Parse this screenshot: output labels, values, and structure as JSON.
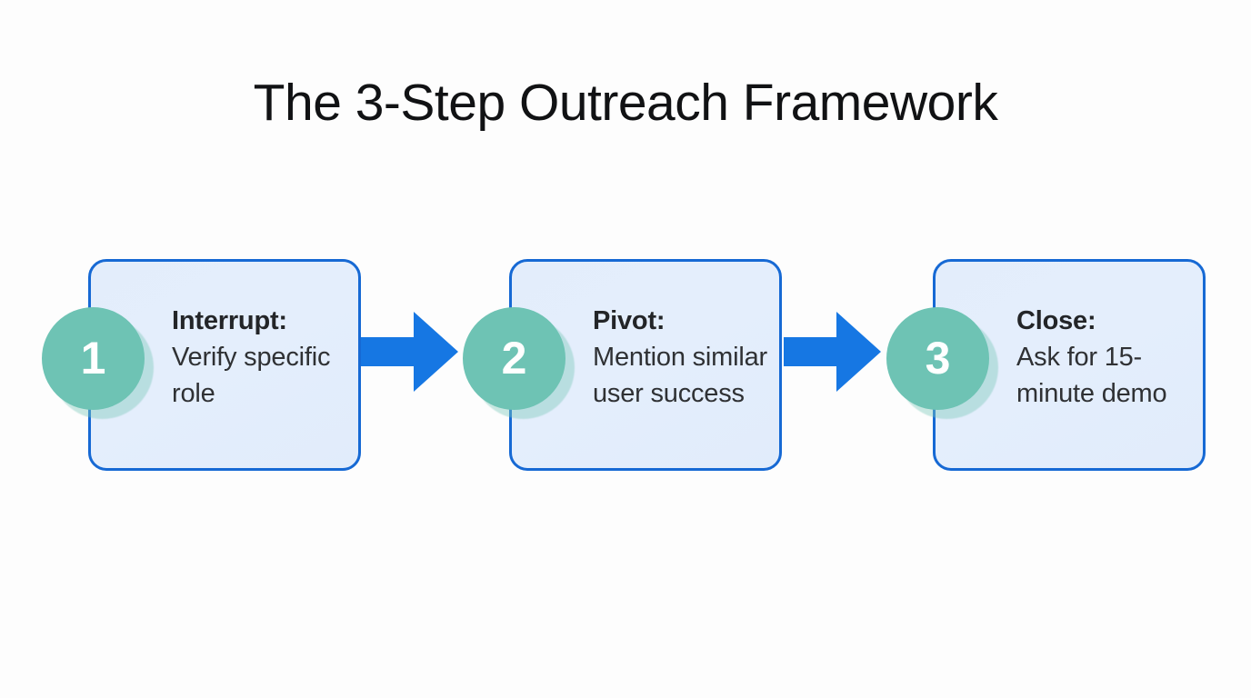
{
  "slide": {
    "title": "The 3-Step Outreach Framework",
    "background_color": "#fdfdfd",
    "title_color": "#111214"
  },
  "theme": {
    "card_border_color": "#1669d4",
    "card_fill_color": "#e3edfb",
    "badge_color": "#6ec3b4",
    "badge_halo_color": "#9ed6cb",
    "badge_number_color": "#ffffff",
    "arrow_color": "#1677e3",
    "body_text_color": "#2f3134",
    "heading_text_color": "#232528"
  },
  "steps": [
    {
      "number": "1",
      "heading": "Interrupt:",
      "body": "Verify specific role",
      "badge_icon": "numbered-circle-icon"
    },
    {
      "number": "2",
      "heading": "Pivot:",
      "body": "Mention similar user success",
      "badge_icon": "numbered-circle-icon"
    },
    {
      "number": "3",
      "heading": "Close:",
      "body": "Ask for 15-minute demo",
      "badge_icon": "numbered-circle-icon"
    }
  ],
  "connectors": [
    {
      "icon": "right-arrow-icon",
      "from": "1",
      "to": "2"
    },
    {
      "icon": "right-arrow-icon",
      "from": "2",
      "to": "3"
    }
  ]
}
